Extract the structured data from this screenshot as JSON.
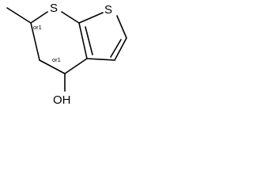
{
  "molecule": {
    "atoms": {
      "sulfur_ring": "S",
      "sulfur_thiophene": "S",
      "hydroxyl": "OH"
    },
    "stereo": {
      "c6": "or1",
      "c4": "or1"
    },
    "structure": {
      "rings": [
        "dihydrothiopyran",
        "thiophene"
      ],
      "substituents": [
        "methyl",
        "hydroxyl"
      ]
    }
  }
}
